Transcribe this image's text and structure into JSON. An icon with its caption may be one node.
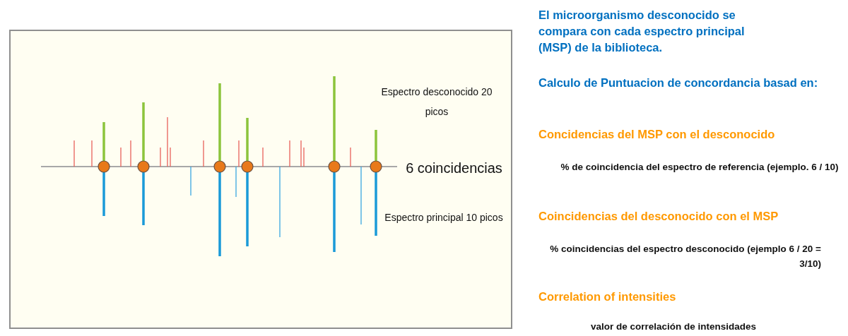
{
  "diagram": {
    "nodes": [
      {
        "text": [
          "Espectro desconocido 20 picos",
          "6 coincidencias",
          "Espectro principal 10 picos"
        ]
      }
    ],
    "labels": [
      "El microorganismo desconocido se compara con cada espectro principal (MSP) de la biblioteca.",
      "Calculo de Puntuacion de concordancia basad en:",
      "Concidencias del MSP con el desconocido",
      "% de coincidencia del espectro de referencia (ejemplo. 6 / 10)",
      "Coincidencias del desconocido con el MSP",
      "% coincidencias del espectro desconocido (ejemplo 6 / 20 = 3/10)",
      "Correlation of intensities",
      "valor de correlación de intensidades"
    ]
  }
}
